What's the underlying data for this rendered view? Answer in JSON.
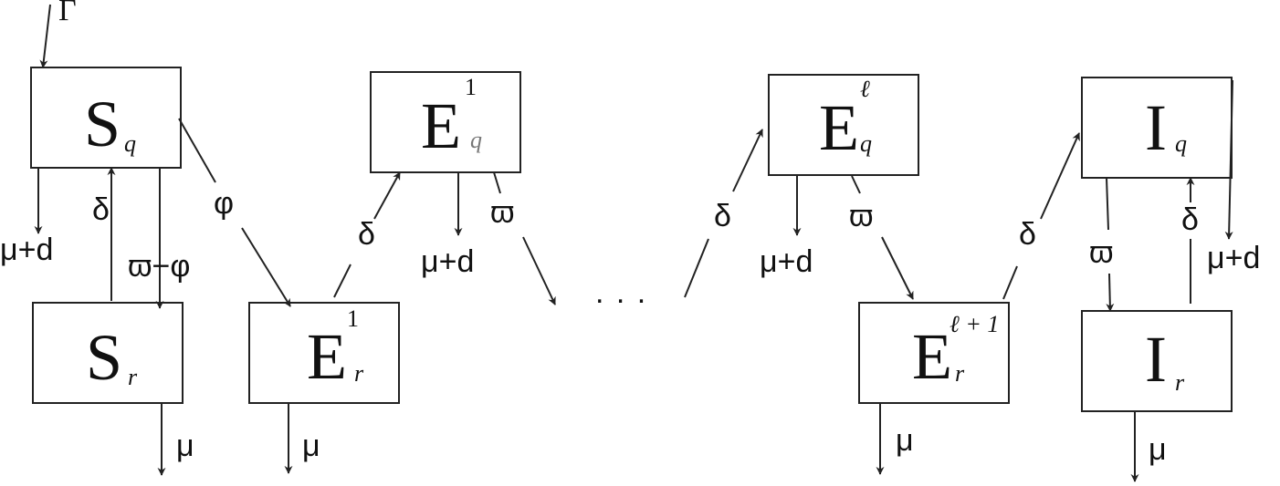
{
  "nodes": {
    "sq": {
      "main": "S",
      "sub": "q"
    },
    "sr": {
      "main": "S",
      "sub": "r"
    },
    "e1q": {
      "main": "E",
      "sup": "1",
      "sub": "q"
    },
    "e1r": {
      "main": "E",
      "sup": "1",
      "sub": "r"
    },
    "elq": {
      "main": "E",
      "sup": "ℓ",
      "sub": "q"
    },
    "elr": {
      "main": "E",
      "sup": "ℓ + 1",
      "sub": "r"
    },
    "iq": {
      "main": "I",
      "sub": "q"
    },
    "ir": {
      "main": "I",
      "sub": "r"
    }
  },
  "edges": {
    "inflow": "Γ",
    "sq_death": "μ+d",
    "sr_to_sq": "δ",
    "sq_to_sr": "ϖ−φ",
    "sq_to_e1r": "φ",
    "e1r_to_e1q": "δ",
    "e1q_death": "μ+d",
    "e1q_out": "ϖ",
    "to_elq": "δ",
    "elq_death": "μ+d",
    "elq_to_elr": "ϖ",
    "elr_to_iq": "δ",
    "iq_to_ir": "ϖ",
    "ir_to_iq": "δ",
    "iq_death": "μ+d",
    "sr_death": "μ",
    "e1r_death": "μ",
    "elr_death": "μ",
    "ir_death": "μ"
  },
  "ellipsis": ". . ."
}
